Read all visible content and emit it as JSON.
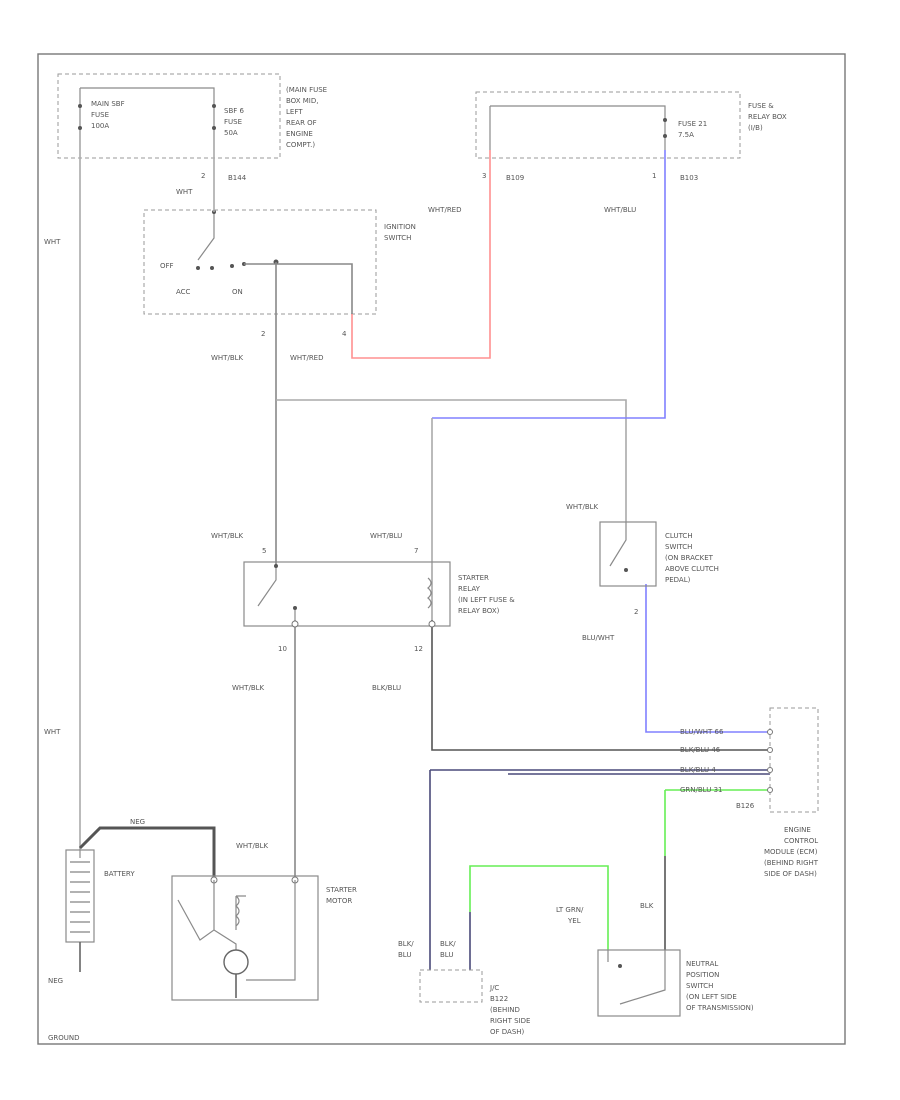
{
  "fuses": {
    "main_sbf": [
      "MAIN SBF",
      "FUSE",
      "100A"
    ],
    "sbf6": [
      "SBF 6",
      "FUSE",
      "50A"
    ],
    "main_box": [
      "(MAIN FUSE",
      "BOX MID,",
      "LEFT",
      "REAR OF",
      "ENGINE",
      "COMPT.)"
    ],
    "fuse21": [
      "FUSE 21",
      "7.5A"
    ],
    "relay_box": [
      "FUSE &",
      "RELAY BOX",
      "(I/B)"
    ]
  },
  "connectors": {
    "b144": "B144",
    "b109": "B109",
    "b103": "B103",
    "b122": "B122",
    "b126": "B126",
    "pin_2": "2",
    "pin_3": "3",
    "pin_1": "1",
    "pin_4": "4",
    "pin_c2": "2",
    "pin_5": "5",
    "pin_7": "7",
    "pin_10": "10",
    "pin_12": "12",
    "pin_cl2": "2"
  },
  "ignition": {
    "label": [
      "IGNITION",
      "SWITCH"
    ],
    "off": "OFF",
    "acc": "ACC",
    "on": "ON"
  },
  "starter_relay": {
    "label": [
      "STARTER",
      "RELAY",
      "(IN LEFT FUSE &",
      "RELAY BOX)"
    ]
  },
  "clutch_switch": {
    "label": [
      "CLUTCH",
      "SWITCH",
      "(ON BRACKET",
      "ABOVE CLUTCH",
      "PEDAL)"
    ]
  },
  "battery": {
    "label": "BATTERY"
  },
  "starter_motor": {
    "label": [
      "STARTER",
      "MOTOR"
    ]
  },
  "ecm": {
    "label": [
      "ENGINE",
      "CONTROL",
      "MODULE (ECM)",
      "(BEHIND RIGHT",
      "SIDE OF DASH)"
    ],
    "pins": [
      "BLU/WHT 66",
      "BLK/BLU 46",
      "BLK/BLU 4",
      "GRN/BLU 31"
    ]
  },
  "jc": {
    "label": [
      "J/C",
      "B122",
      "(BEHIND",
      "RIGHT SIDE",
      "OF DASH)"
    ]
  },
  "nps": {
    "label": [
      "NEUTRAL",
      "POSITION",
      "SWITCH",
      "(ON LEFT SIDE",
      "OF TRANSMISSION)"
    ]
  },
  "wires": {
    "whit": "WHT",
    "whit_b": "WHT",
    "whit_red": "WHT/RED",
    "whit_blu": "WHT/BLU",
    "whit_blk_a": "WHT/BLK",
    "whit_red_b": "WHT/RED",
    "whit_blk_b": "WHT/BLK",
    "whit_blu_b": "WHT/BLU",
    "whit_blk_c": "WHT/BLK",
    "whit_blk_d": "WHT/BLK",
    "blk_blu": "BLK/BLU",
    "blu_wht": "BLU/WHT",
    "whit_blk_e": "WHT/BLK",
    "blk_blu_a": "BLK/",
    "blk_blu_a2": "BLU",
    "blk_blu_b": "BLK/",
    "blk_blu_b2": "BLU",
    "lt_grn": "LT GRN/",
    "lt_grn2": "YEL",
    "blk": "BLK",
    "nd1": "NEG",
    "nd2": "NEG",
    "ground": "GROUND"
  },
  "colors": {
    "red": "#ff9090",
    "blue": "#8080ff",
    "green": "#66ee55",
    "navy": "#4a4a7a",
    "black": "#555555",
    "gray": "#aaaaaa"
  }
}
